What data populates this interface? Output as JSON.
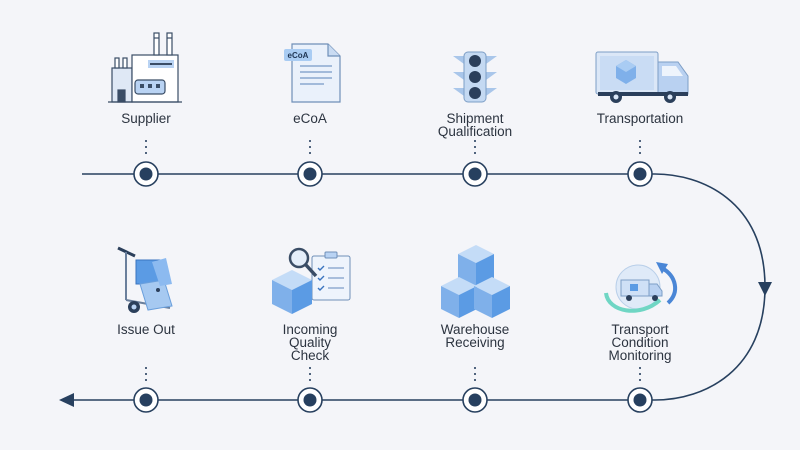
{
  "colors": {
    "background": "#f4f5f9",
    "line": "#27405f",
    "node_fill": "#27405f",
    "icon_light": "#b9d3f3",
    "icon_mid": "#7fb0ea",
    "icon_dark": "#4a86d6",
    "text": "#2c3440"
  },
  "steps_top": [
    {
      "label": "Supplier",
      "icon": "factory-icon"
    },
    {
      "label": "eCoA",
      "icon": "document-icon",
      "badge": "eCoA"
    },
    {
      "label": "Shipment\nQualification",
      "icon": "traffic-light-icon"
    },
    {
      "label": "Transportation",
      "icon": "truck-icon"
    }
  ],
  "steps_bottom": [
    {
      "label": "Issue Out",
      "icon": "hand-truck-icon"
    },
    {
      "label": "Incoming\nQuality\nCheck",
      "icon": "inspection-icon"
    },
    {
      "label": "Warehouse\nReceiving",
      "icon": "boxes-icon"
    },
    {
      "label": "Transport\nCondition\nMonitoring",
      "icon": "monitoring-icon"
    }
  ]
}
